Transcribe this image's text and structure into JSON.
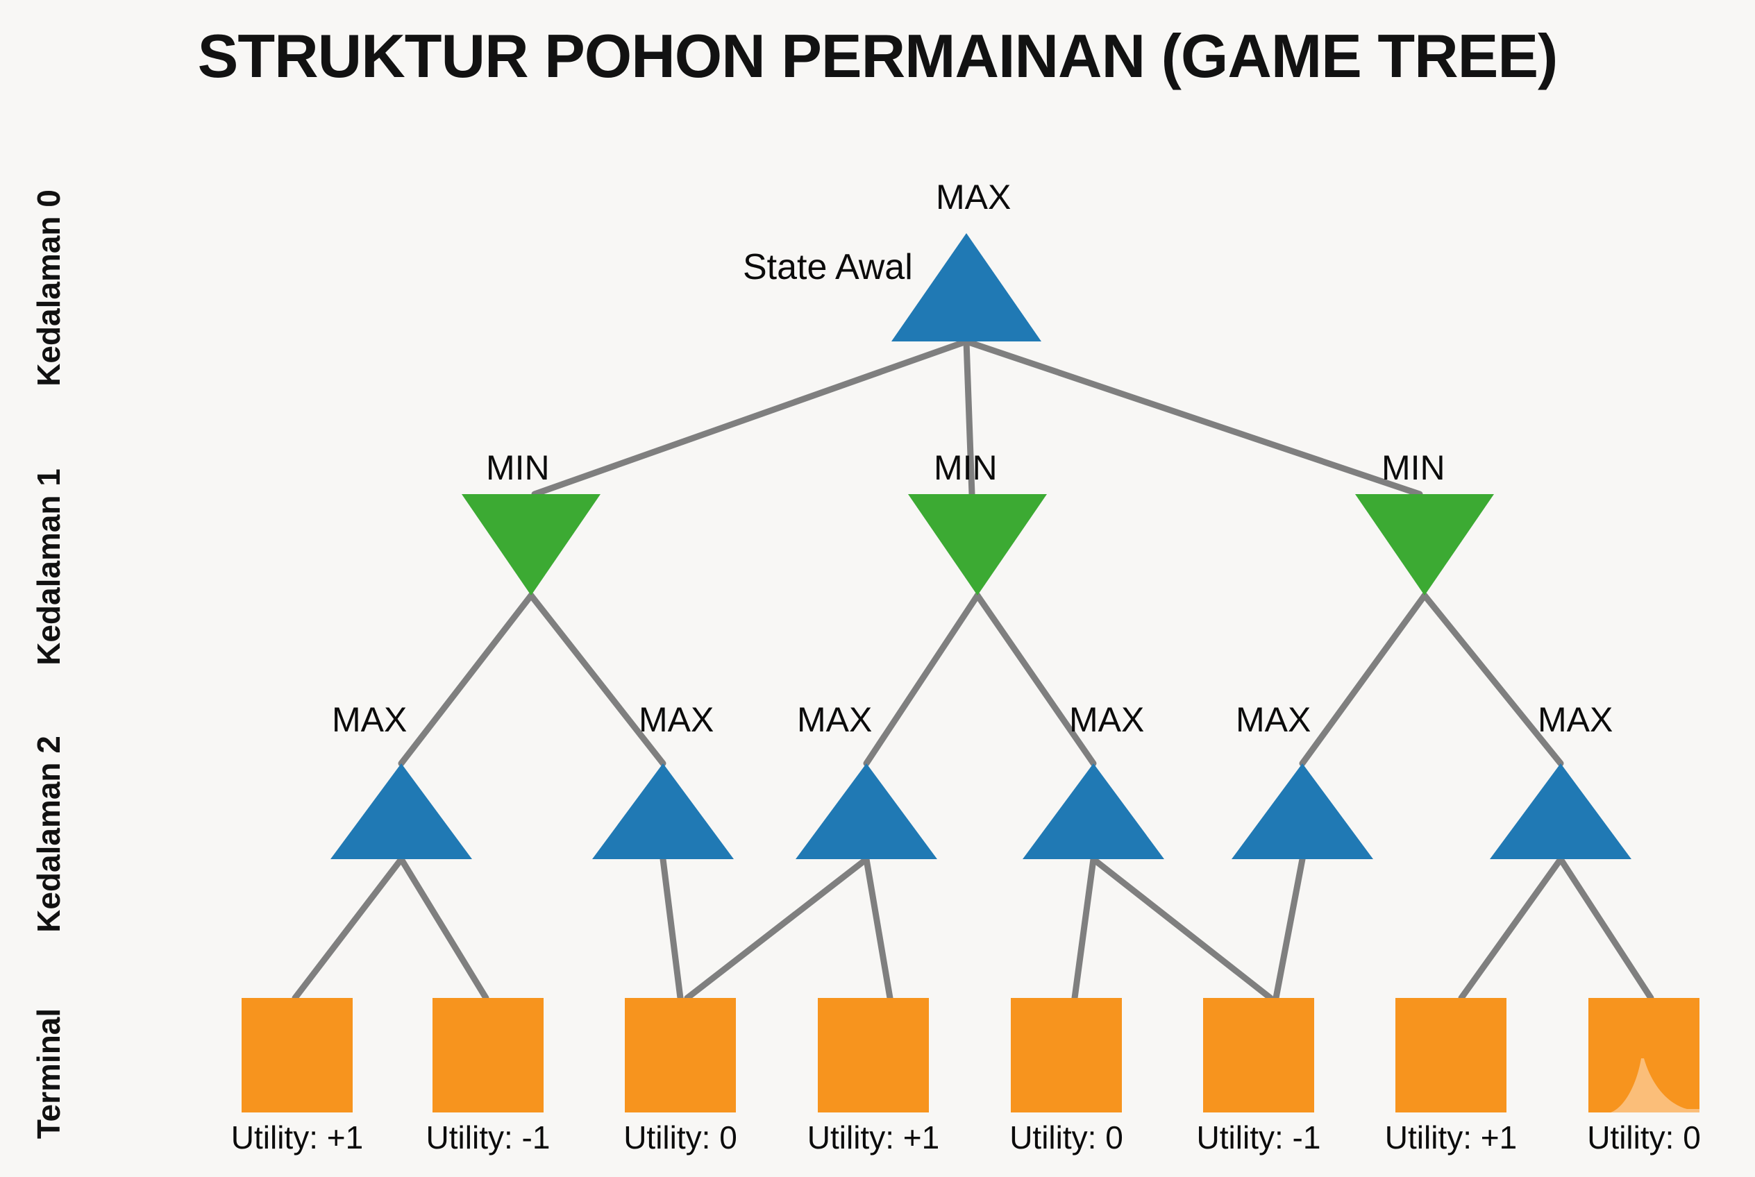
{
  "title": "STRUKTUR POHON PERMAINAN (GAME TREE)",
  "colors": {
    "background": "#f8f7f5",
    "max_node": "#2079b4",
    "min_node": "#3caa33",
    "terminal_node": "#f7941e",
    "edge": "#7f7f7f",
    "text": "#0b0b0b"
  },
  "depth_labels": [
    {
      "text": "Kedalaman 0"
    },
    {
      "text": "Kedalaman 1"
    },
    {
      "text": "Kedalaman 2"
    },
    {
      "text": "Terminal"
    }
  ],
  "annotations": {
    "state_awal": "State Awal"
  },
  "nodes": {
    "root": {
      "label": "MAX",
      "type": "max"
    },
    "level1": [
      {
        "label": "MIN",
        "type": "min"
      },
      {
        "label": "MIN",
        "type": "min"
      },
      {
        "label": "MIN",
        "type": "min"
      }
    ],
    "level2": [
      {
        "label": "MAX",
        "type": "max"
      },
      {
        "label": "MAX",
        "type": "max"
      },
      {
        "label": "MAX",
        "type": "max"
      },
      {
        "label": "MAX",
        "type": "max"
      },
      {
        "label": "MAX",
        "type": "max"
      },
      {
        "label": "MAX",
        "type": "max"
      }
    ],
    "terminals": [
      {
        "label": "Utility: +1",
        "value": "+1"
      },
      {
        "label": "Utility: -1",
        "value": "-1"
      },
      {
        "label": "Utility: 0",
        "value": "0"
      },
      {
        "label": "Utility: +1",
        "value": "+1"
      },
      {
        "label": "Utility: 0",
        "value": "0"
      },
      {
        "label": "Utility: -1",
        "value": "-1"
      },
      {
        "label": "Utility: +1",
        "value": "+1"
      },
      {
        "label": "Utility: 0",
        "value": "0"
      }
    ]
  }
}
